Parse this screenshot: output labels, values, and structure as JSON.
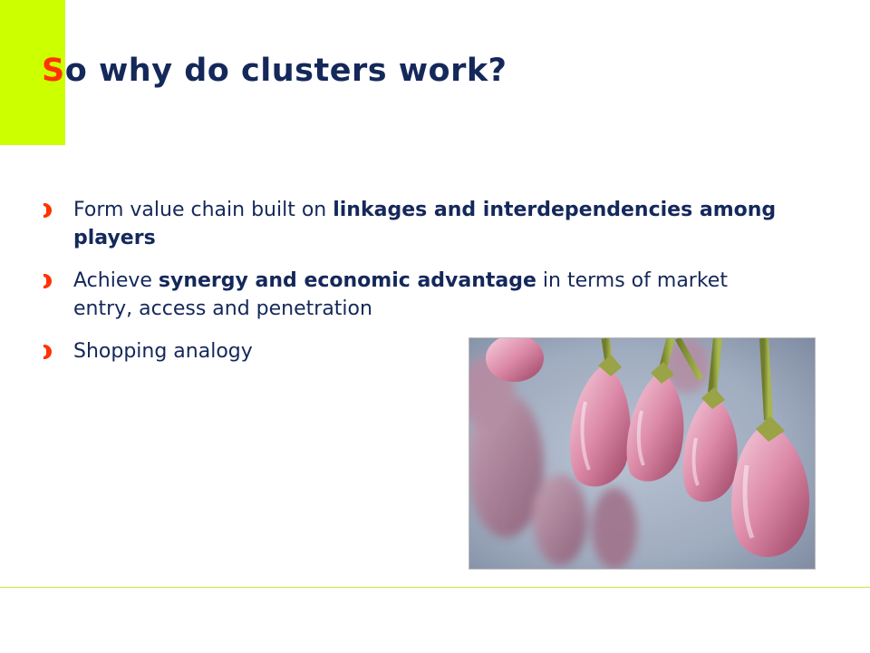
{
  "slide": {
    "title_first_letter": "S",
    "title_rest": "o why do clusters work?",
    "accent_color": "#ccff00",
    "title_color": "#14285a",
    "highlight_color": "#ff3300",
    "bullets": [
      {
        "pre": "Form value chain built on ",
        "bold": "linkages and interdependencies among players",
        "post": ""
      },
      {
        "pre": "Achieve ",
        "bold": "synergy and economic advantage",
        "post": " in terms of market entry, access and penetration"
      },
      {
        "pre": "Shopping analogy",
        "bold": "",
        "post": ""
      }
    ],
    "image": {
      "subject": "pink-cherry-blossom-buds-photo"
    }
  }
}
